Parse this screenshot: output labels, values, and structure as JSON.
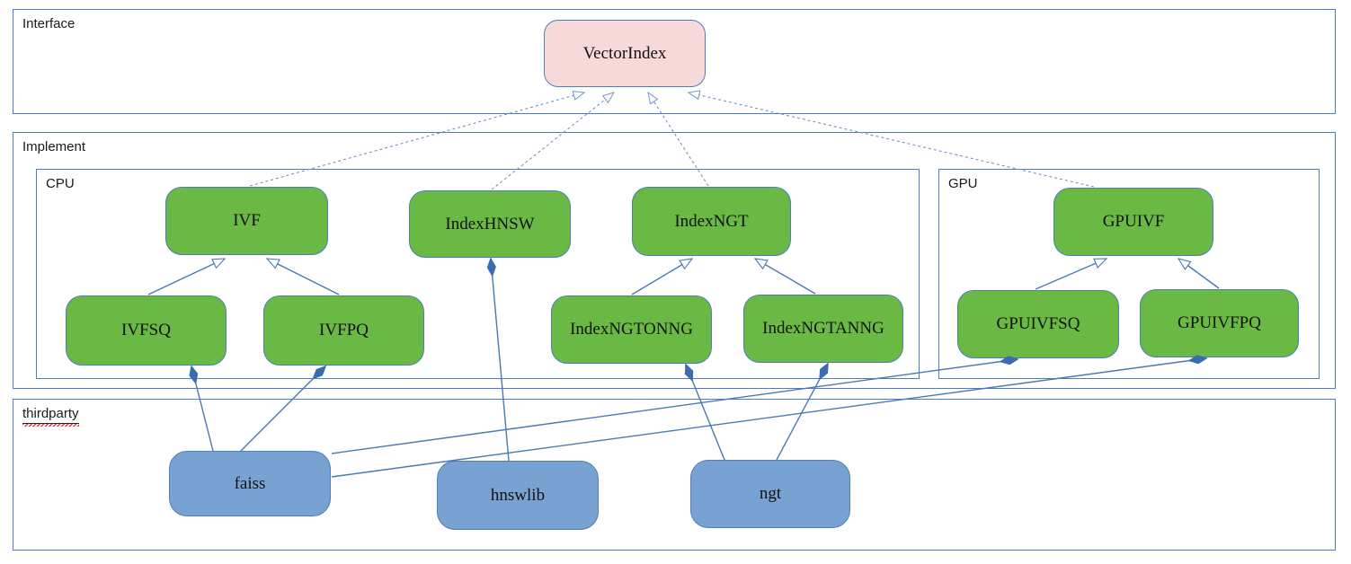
{
  "diagram": {
    "containers": {
      "interface": {
        "label": "Interface"
      },
      "implement": {
        "label": "Implement"
      },
      "cpu": {
        "label": "CPU"
      },
      "gpu": {
        "label": "GPU"
      },
      "thirdparty": {
        "label": "thirdparty",
        "spellcheck_underline": true
      }
    },
    "nodes": {
      "vectorindex": {
        "label": "VectorIndex",
        "group": "interface"
      },
      "ivf": {
        "label": "IVF",
        "group": "cpu"
      },
      "indexhnsw": {
        "label": "IndexHNSW",
        "group": "cpu"
      },
      "indexngt": {
        "label": "IndexNGT",
        "group": "cpu"
      },
      "ivfsq": {
        "label": "IVFSQ",
        "group": "cpu"
      },
      "ivfpq": {
        "label": "IVFPQ",
        "group": "cpu"
      },
      "indexngtonng": {
        "label": "IndexNGTONNG",
        "group": "cpu"
      },
      "indexngtanng": {
        "label": "IndexNGTANNG",
        "group": "cpu"
      },
      "gpuivf": {
        "label": "GPUIVF",
        "group": "gpu"
      },
      "gpuivfsq": {
        "label": "GPUIVFSQ",
        "group": "gpu"
      },
      "gpuivfpq": {
        "label": "GPUIVFPQ",
        "group": "gpu"
      },
      "faiss": {
        "label": "faiss",
        "group": "thirdparty"
      },
      "hnswlib": {
        "label": "hnswlib",
        "group": "thirdparty"
      },
      "ngt": {
        "label": "ngt",
        "group": "thirdparty"
      }
    },
    "edges": [
      {
        "from": "IVF",
        "to": "VectorIndex",
        "type": "realization-dashed-hollow-arrow"
      },
      {
        "from": "IndexHNSW",
        "to": "VectorIndex",
        "type": "realization-dashed-hollow-arrow"
      },
      {
        "from": "IndexNGT",
        "to": "VectorIndex",
        "type": "realization-dashed-hollow-arrow"
      },
      {
        "from": "GPUIVF",
        "to": "VectorIndex",
        "type": "realization-dashed-hollow-arrow"
      },
      {
        "from": "IVFSQ",
        "to": "IVF",
        "type": "generalization-hollow-arrow"
      },
      {
        "from": "IVFPQ",
        "to": "IVF",
        "type": "generalization-hollow-arrow"
      },
      {
        "from": "IndexNGTONNG",
        "to": "IndexNGT",
        "type": "generalization-hollow-arrow"
      },
      {
        "from": "IndexNGTANNG",
        "to": "IndexNGT",
        "type": "generalization-hollow-arrow"
      },
      {
        "from": "GPUIVFSQ",
        "to": "GPUIVF",
        "type": "generalization-hollow-arrow"
      },
      {
        "from": "GPUIVFPQ",
        "to": "GPUIVF",
        "type": "generalization-hollow-arrow"
      },
      {
        "from": "IndexHNSW",
        "to": "hnswlib",
        "type": "composition-filled-diamond"
      },
      {
        "from": "IVFSQ",
        "to": "faiss",
        "type": "composition-filled-diamond"
      },
      {
        "from": "IVFPQ",
        "to": "faiss",
        "type": "composition-filled-diamond"
      },
      {
        "from": "IndexNGTONNG",
        "to": "ngt",
        "type": "composition-filled-diamond"
      },
      {
        "from": "IndexNGTANNG",
        "to": "ngt",
        "type": "composition-filled-diamond"
      },
      {
        "from": "GPUIVFSQ",
        "to": "faiss",
        "type": "composition-filled-diamond"
      },
      {
        "from": "GPUIVFPQ",
        "to": "faiss",
        "type": "composition-filled-diamond"
      }
    ],
    "colors": {
      "interface_node_fill": "#f8d9d9",
      "implement_node_fill": "#6ab944",
      "thirdparty_node_fill": "#78a2d2",
      "node_border": "#4d7ebc",
      "container_border": "#4d7ebc",
      "connector_solid": "#4a78b4",
      "connector_dashed": "#7292c8",
      "diamond_fill": "#3c6cae",
      "spellcheck_squiggle": "#e03a3a"
    }
  }
}
